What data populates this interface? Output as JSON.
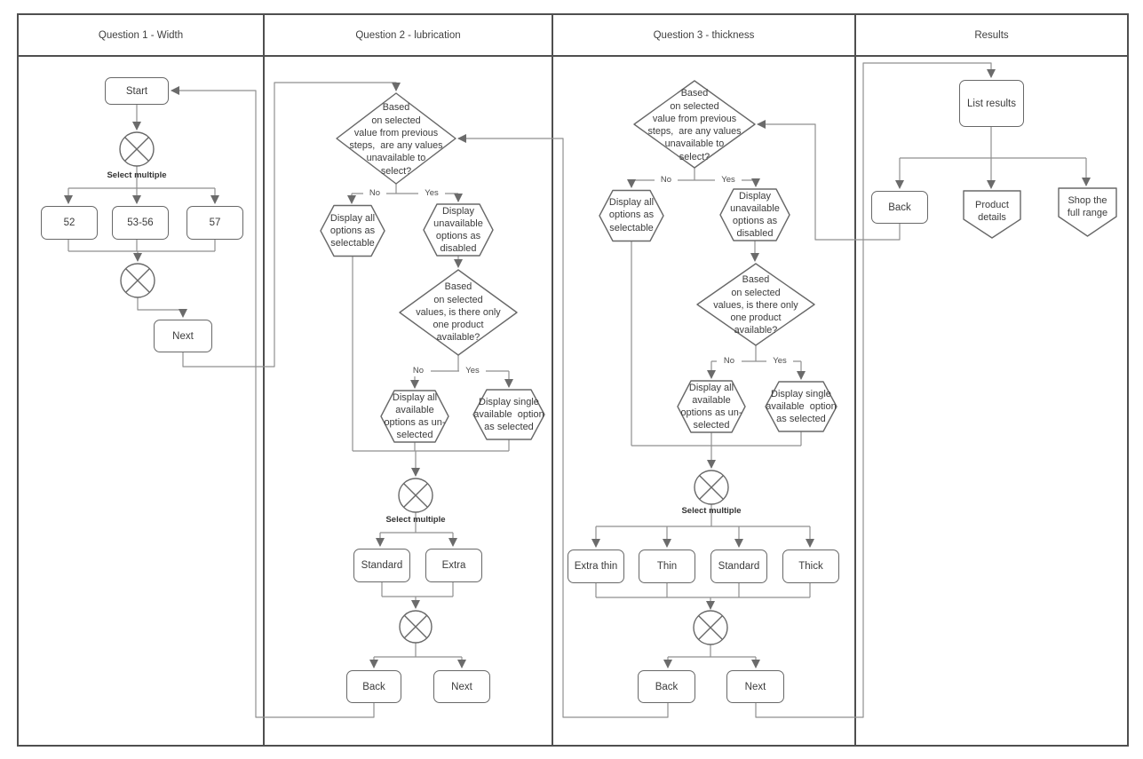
{
  "q1": {
    "title": "Question 1 - Width",
    "start_label": "Start",
    "select_multiple_label": "Select multiple",
    "options": [
      "52",
      "53-56",
      "57"
    ],
    "next_label": "Next"
  },
  "q2": {
    "title": "Question 2 - lubrication",
    "decision_unavailable": "Based\non selected\nvalue from previous\nsteps,  are any values\nunavailable to\nselect?",
    "no_label": "No",
    "yes_label": "Yes",
    "display_all_selectable": "Display all\noptions as\nselectable",
    "display_unavailable_disabled": "Display\nunavailable\noptions as\ndisabled",
    "decision_one_product": "Based\non selected\nvalues, is there only\none product\navailable?",
    "display_all_unselected": "Display all\navailable\noptions as un-\nselected",
    "display_single_selected": "Display single\navailable  option\nas selected",
    "select_multiple_label": "Select multiple",
    "options": [
      "Standard",
      "Extra"
    ],
    "back_label": "Back",
    "next_label": "Next"
  },
  "q3": {
    "title": "Question 3 - thickness",
    "decision_unavailable": "Based\non selected\nvalue from previous\nsteps,  are any values\nunavailable to\nselect?",
    "no_label": "No",
    "yes_label": "Yes",
    "display_all_selectable": "Display all\noptions as\nselectable",
    "display_unavailable_disabled": "Display\nunavailable\noptions as\ndisabled",
    "decision_one_product": "Based\non selected\nvalues, is there only\none product\navailable?",
    "display_all_unselected": "Display all\navailable\noptions as un-\nselected",
    "display_single_selected": "Display single\navailable  option\nas selected",
    "select_multiple_label": "Select multiple",
    "options": [
      "Extra thin",
      "Thin",
      "Standard",
      "Thick"
    ],
    "back_label": "Back",
    "next_label": "Next"
  },
  "results": {
    "title": "Results",
    "list_results_label": "List results",
    "back_label": "Back",
    "product_details_label": "Product\ndetails",
    "shop_full_range_label": "Shop the\nfull range"
  },
  "colors": {
    "shape_stroke": "#686868",
    "connector_stroke": "#8f8f8f",
    "lane_border": "#4f4f4f",
    "text": "#3b3b3b",
    "background": "#ffffff"
  }
}
